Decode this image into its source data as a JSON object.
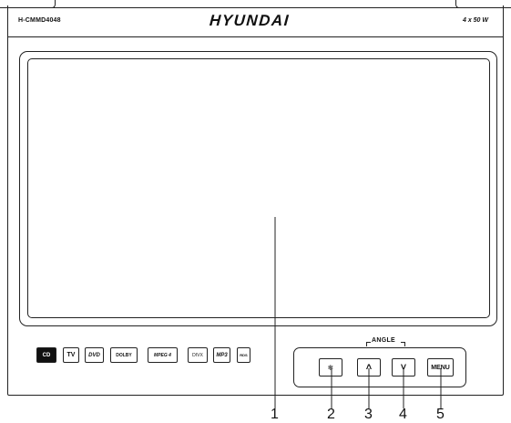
{
  "header": {
    "model": "H-CMMD4048",
    "brand": "HYUNDAI",
    "power": "4 x 50 W"
  },
  "logos": [
    {
      "name": "cd-logo",
      "text": "CD"
    },
    {
      "name": "tv-logo",
      "text": "TV"
    },
    {
      "name": "dvd-logo",
      "text": "DVD"
    },
    {
      "name": "dolby-logo",
      "text": "DOLBY"
    },
    {
      "name": "mpeg4-logo",
      "text": "MPEG 4"
    },
    {
      "name": "divx-logo",
      "text": "DIVX"
    },
    {
      "name": "mp3-logo",
      "text": "MP3"
    },
    {
      "name": "rds-logo",
      "text": "RDS"
    }
  ],
  "controls": {
    "angle_label": "ANGLE",
    "buttons": [
      {
        "name": "mode-button",
        "glyph": "❄"
      },
      {
        "name": "angle-up-button",
        "glyph": "˄"
      },
      {
        "name": "angle-down-button",
        "glyph": "˅"
      },
      {
        "name": "menu-button",
        "label": "MENU"
      }
    ]
  },
  "callouts": [
    "1",
    "2",
    "3",
    "4",
    "5"
  ]
}
